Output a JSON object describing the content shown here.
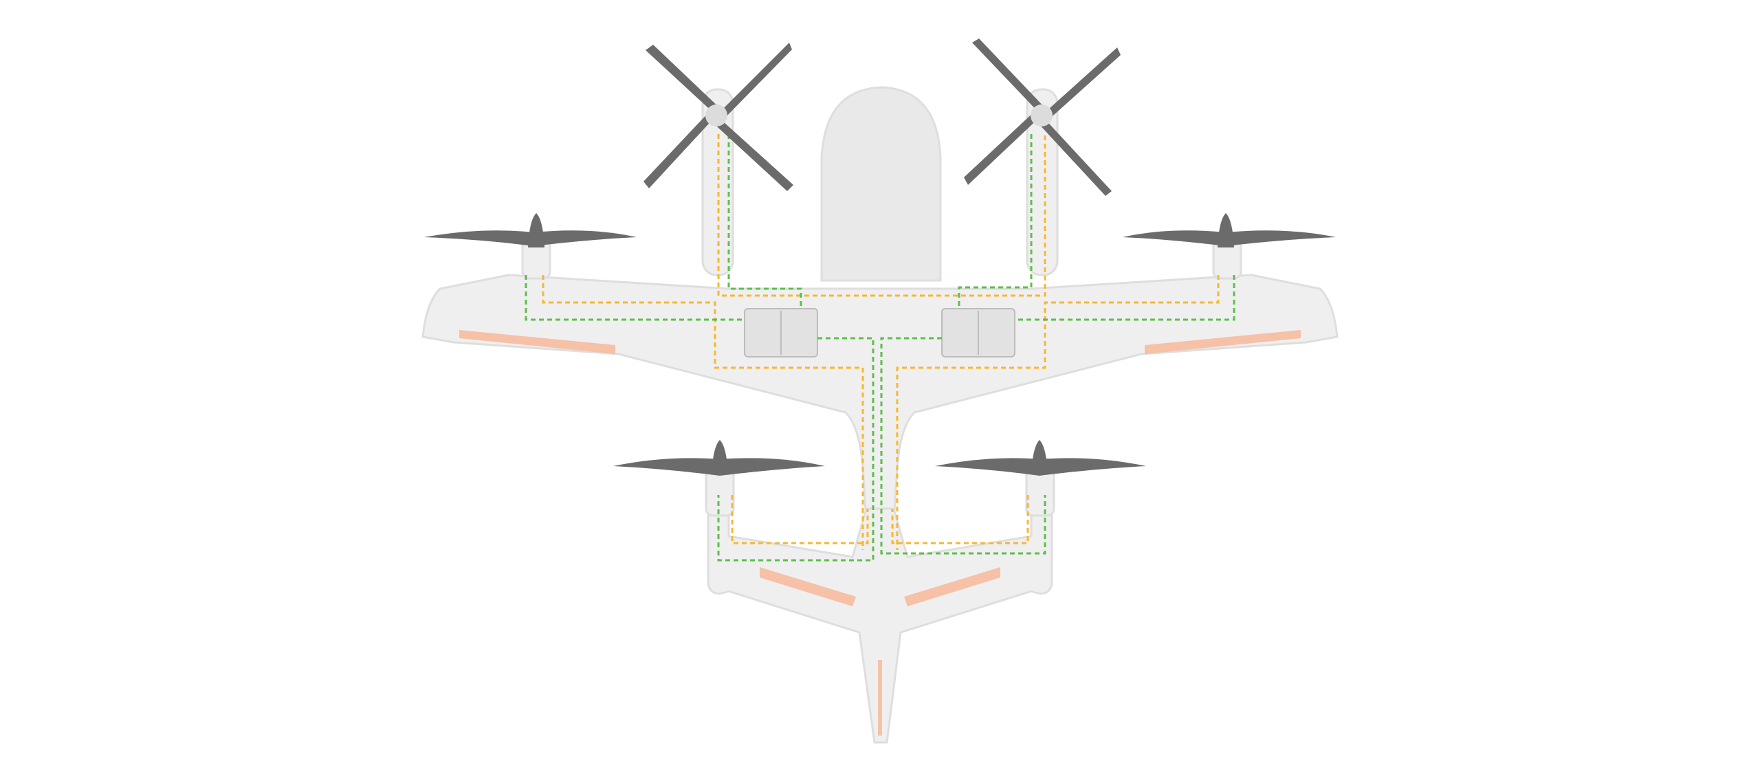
{
  "diagram": {
    "colors": {
      "background": "#ffffff",
      "airframe": "#eeeeee",
      "airframe_edge": "#dcdcdc",
      "propeller": "#6b6b6b",
      "battery": "#dedede",
      "power_wire": "#f7b731",
      "signal_wire": "#5cbf4a",
      "control_surface": "#f7b99a"
    },
    "components": {
      "lift_rotors": 2,
      "tilt_propellers": 4,
      "battery_packs": 2
    }
  }
}
